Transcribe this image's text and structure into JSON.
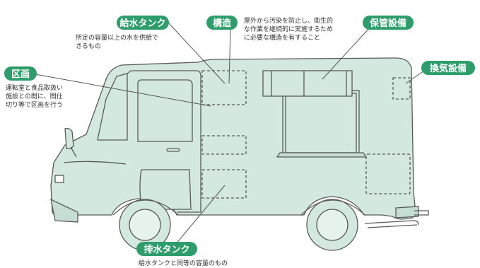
{
  "colors": {
    "body_fill": "#d3e8df",
    "outline": "#5a5a5a",
    "label_green": "#2f9c6b",
    "leader": "#555555"
  },
  "labels": {
    "water_tank": {
      "title": "給水タンク",
      "desc": [
        "所定の容量以上の水を供給で",
        "きるもの"
      ]
    },
    "structure": {
      "title": "構造",
      "desc": [
        "屋外から汚染を防止し、衛生的",
        "な作業を継続的に実施するため",
        "に必要な構造を有すること"
      ]
    },
    "storage": {
      "title": "保管設備"
    },
    "ventilation": {
      "title": "換気設備"
    },
    "partition": {
      "title": "区画",
      "desc": [
        "運転室と食品取扱い",
        "施設との間に、間仕",
        "切り等で区画を行う"
      ]
    },
    "drain_tank": {
      "title": "排水タンク",
      "desc": [
        "給水タンクと同等の容量のもの"
      ]
    }
  }
}
